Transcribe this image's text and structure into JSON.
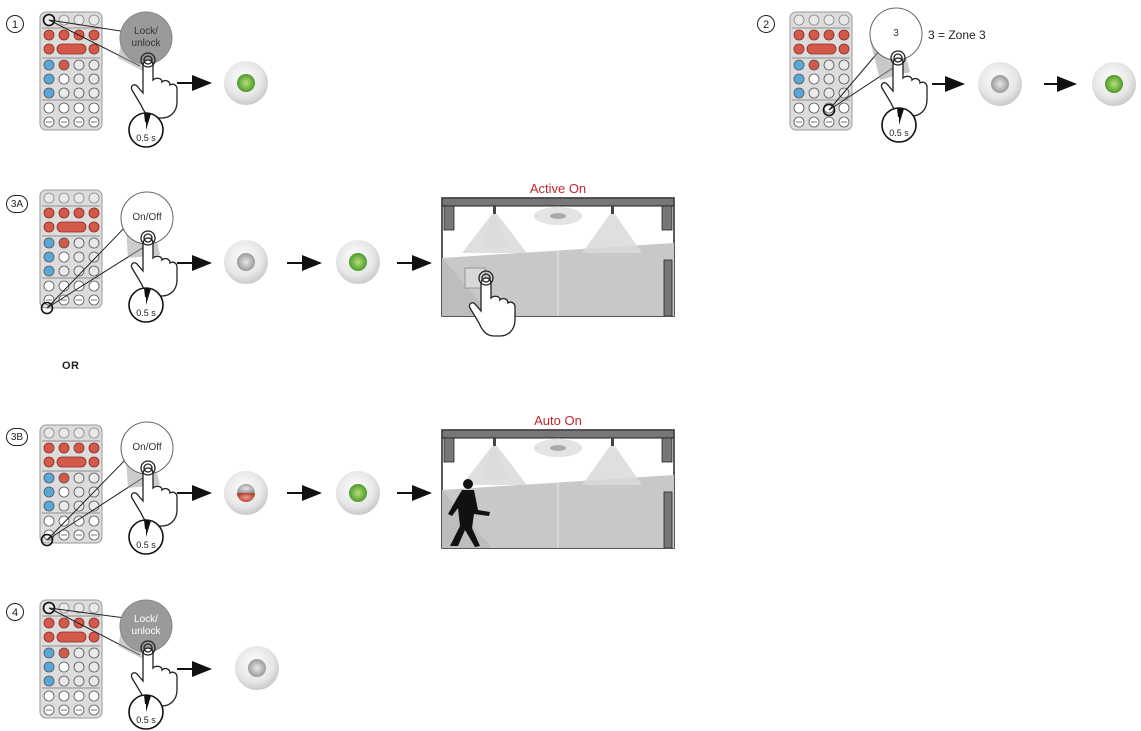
{
  "steps": [
    {
      "badge": "1",
      "bubble": "Lock/\nunlock",
      "timer": "0.5 s"
    },
    {
      "badge": "2",
      "bubble": "3",
      "timer": "0.5 s",
      "note": "3 = Zone 3"
    },
    {
      "badge": "3A",
      "bubble": "On/Off",
      "timer": "0.5 s",
      "scene_title": "Active On"
    },
    {
      "badge": "3B",
      "bubble": "On/Off",
      "timer": "0.5 s",
      "scene_title": "Auto On"
    },
    {
      "badge": "4",
      "bubble": "Lock/\nunlock",
      "timer": "0.5 s"
    }
  ],
  "or_label": "OR",
  "colors": {
    "red": "#c0282d",
    "key_red": "#d35a4a",
    "key_blue": "#5aa8d8",
    "sensor_green": "#6fbf3a",
    "scene_grey": "#c8c8c8"
  }
}
